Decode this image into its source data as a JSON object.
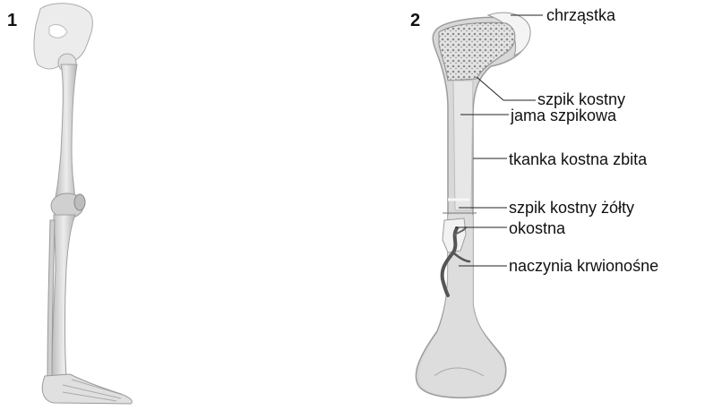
{
  "panels": [
    {
      "number": "1",
      "subject": "leg-skeleton"
    },
    {
      "number": "2",
      "subject": "femur-cross-section"
    }
  ],
  "labels": [
    "chrząstka",
    "szpik kostny",
    "jama szpikowa",
    "tkanka kostna zbita",
    "szpik kostny żółty",
    "okostna",
    "naczynia krwionośne"
  ],
  "colors": {
    "bone_light": "#e6e6e6",
    "bone_mid": "#cfcfcf",
    "bone_dark": "#9a9a9a",
    "line": "#222222",
    "vessel": "#555555"
  }
}
